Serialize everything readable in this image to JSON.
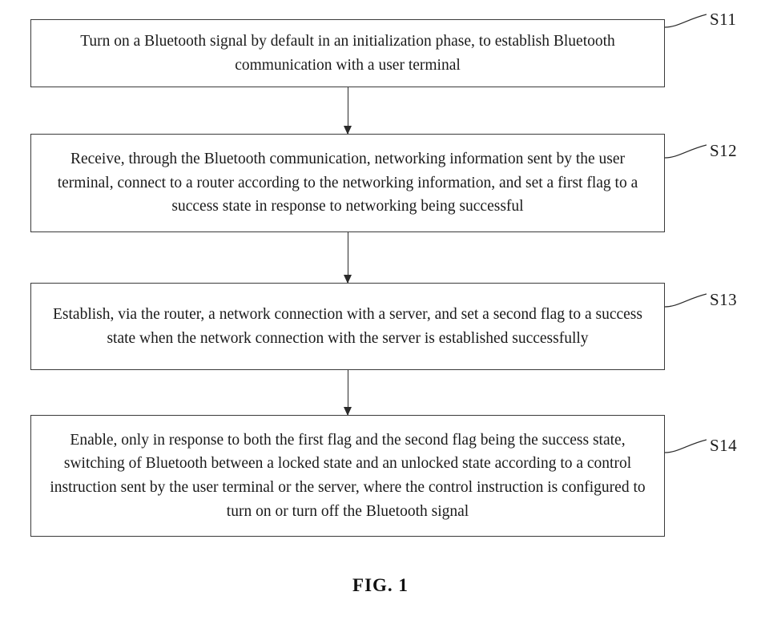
{
  "figure": {
    "caption": "FIG. 1"
  },
  "flowchart": {
    "steps": [
      {
        "id": "S11",
        "label": "S11",
        "text": "Turn on a Bluetooth signal by default in an initialization phase, to establish Bluetooth communication with a user terminal"
      },
      {
        "id": "S12",
        "label": "S12",
        "text": "Receive, through the Bluetooth communication, networking information sent by the user terminal, connect to a router according to the networking information, and set a first flag to a success state in response to networking being successful"
      },
      {
        "id": "S13",
        "label": "S13",
        "text": "Establish, via the router, a network connection with a server, and set a second flag to a success state when the network connection with the server is established successfully"
      },
      {
        "id": "S14",
        "label": "S14",
        "text": "Enable, only in response to both the first flag and the second flag being the success state, switching of Bluetooth between a locked state and an unlocked state according to a control instruction sent by the user terminal or the server, where the control instruction is configured to turn on or turn off the Bluetooth signal"
      }
    ],
    "connectors": [
      {
        "from": "S11",
        "to": "S12"
      },
      {
        "from": "S12",
        "to": "S13"
      },
      {
        "from": "S13",
        "to": "S14"
      }
    ],
    "colors": {
      "box_border": "#3a3a3a",
      "box_fill": "#ffffff",
      "text": "#1a1a1a",
      "arrow": "#2a2a2a"
    }
  }
}
